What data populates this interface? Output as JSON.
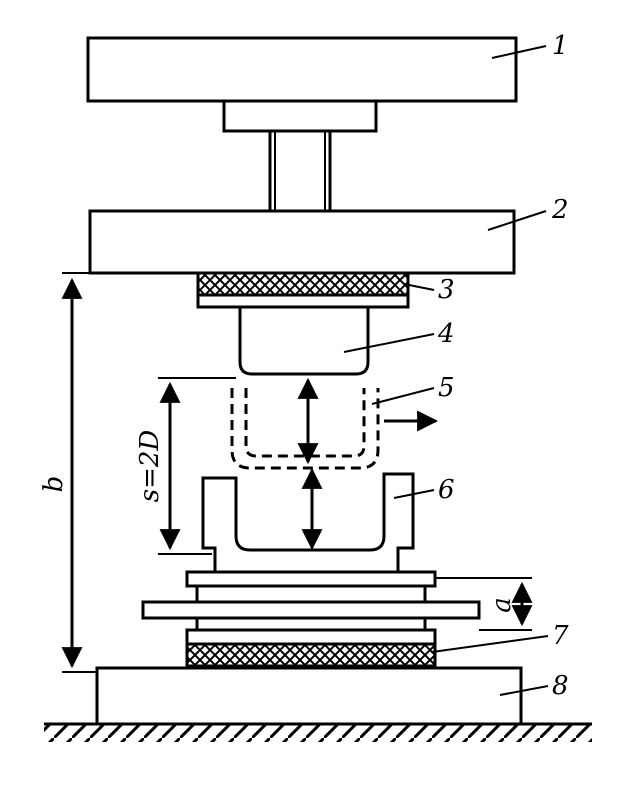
{
  "labels": {
    "press_upper_platen": "1",
    "press_ram_plate": "2",
    "upper_insulation": "3",
    "punch": "4",
    "ejected_part": "5",
    "die": "6",
    "lower_insulation": "7",
    "press_base": "8"
  },
  "dimensions": {
    "stroke": "s=2D",
    "daylight": "b",
    "plate_gap": "a"
  },
  "colors": {
    "line": "#000000",
    "background": "#ffffff"
  }
}
